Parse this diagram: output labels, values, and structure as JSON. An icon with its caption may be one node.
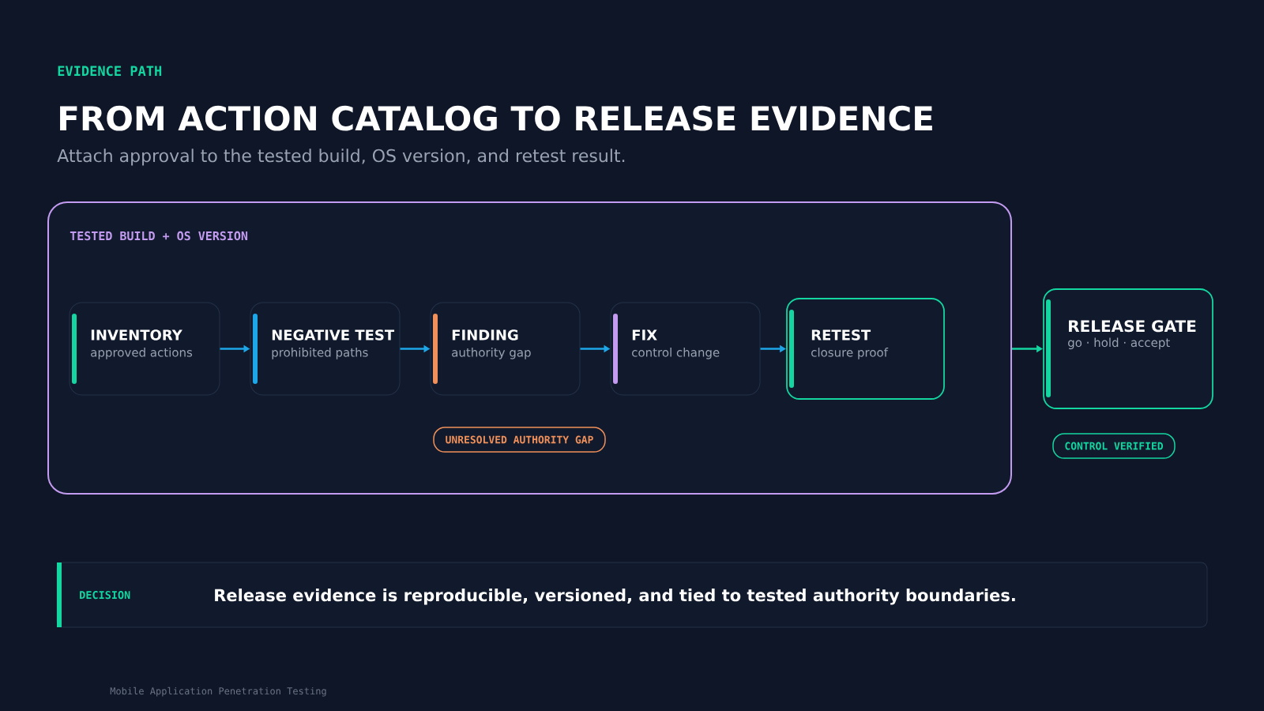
{
  "diagram": {
    "title": "FROM ACTION CATALOG TO RELEASE EVIDENCE",
    "nodes": [
      {
        "text": [
          "TESTED BUILD + OS VERSION"
        ]
      },
      {
        "text": [
          "INVENTORY",
          "approved actions"
        ],
        "in": 0
      },
      {
        "text": [
          "NEGATIVE TEST",
          "prohibited paths"
        ],
        "in": 0
      },
      {
        "text": [
          "FINDING",
          "authority gap"
        ],
        "in": 0
      },
      {
        "text": [
          "FIX",
          "control change"
        ],
        "in": 0
      },
      {
        "text": [
          "RETEST",
          "closure proof"
        ],
        "in": 0
      },
      {
        "text": [
          "UNRESOLVED AUTHORITY GAP"
        ],
        "in": 0
      },
      {
        "text": [
          "RELEASE GATE",
          "go · hold · accept"
        ]
      },
      {
        "text": [
          "CONTROL VERIFIED"
        ]
      },
      {
        "text": [
          "DECISION",
          "Release evidence is reproducible, versioned, and tied to tested authority boundaries."
        ]
      }
    ],
    "edges": [
      {
        "from": 1,
        "to": 2,
        "arrow": "to"
      },
      {
        "from": 2,
        "to": 3,
        "arrow": "to"
      },
      {
        "from": 3,
        "to": 4,
        "arrow": "to"
      },
      {
        "from": 4,
        "to": 5,
        "arrow": "to"
      },
      {
        "from": 0,
        "to": 7,
        "arrow": "to",
        "color": "#14d6a0"
      }
    ],
    "labels": [
      "EVIDENCE PATH",
      "Attach approval to the tested build, OS version, and retest result.",
      "Mobile Application Penetration Testing"
    ]
  }
}
